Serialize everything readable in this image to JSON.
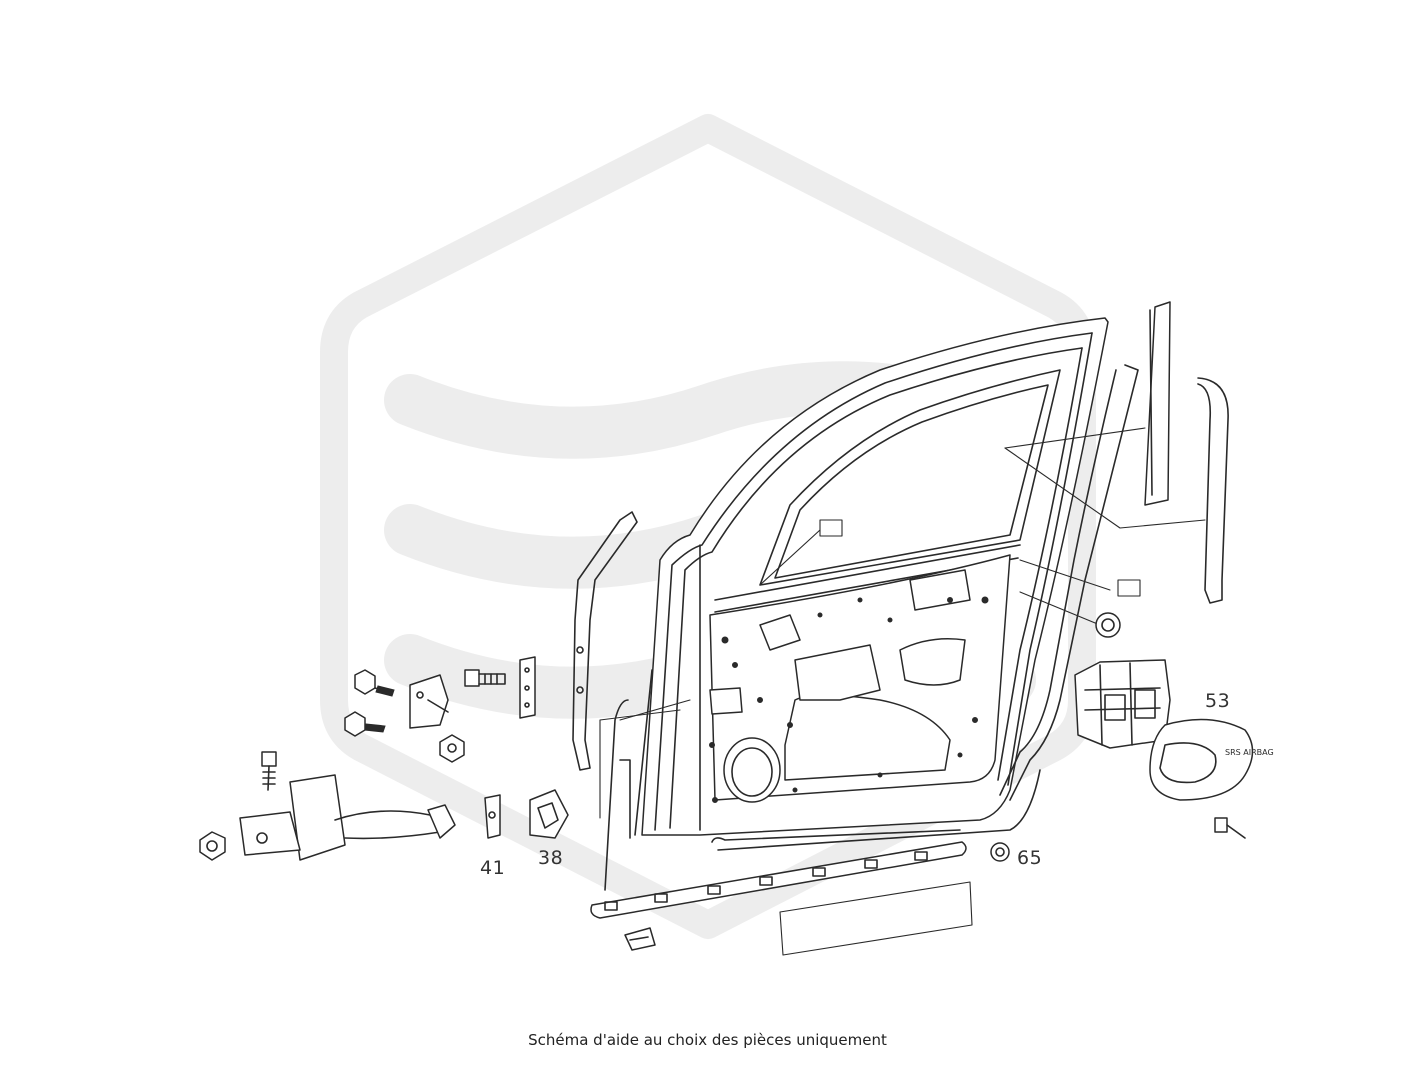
{
  "caption": "Schéma d'aide au choix des pièces uniquement",
  "callouts": [
    {
      "id": "41",
      "label": "41"
    },
    {
      "id": "38",
      "label": "38"
    },
    {
      "id": "65",
      "label": "65"
    },
    {
      "id": "53",
      "label": "53"
    }
  ],
  "part_markings": {
    "handle_badge": "SRS AIRBAG"
  },
  "colors": {
    "line": "#2a2a2a",
    "watermark": "#ededed",
    "background": "#ffffff"
  }
}
